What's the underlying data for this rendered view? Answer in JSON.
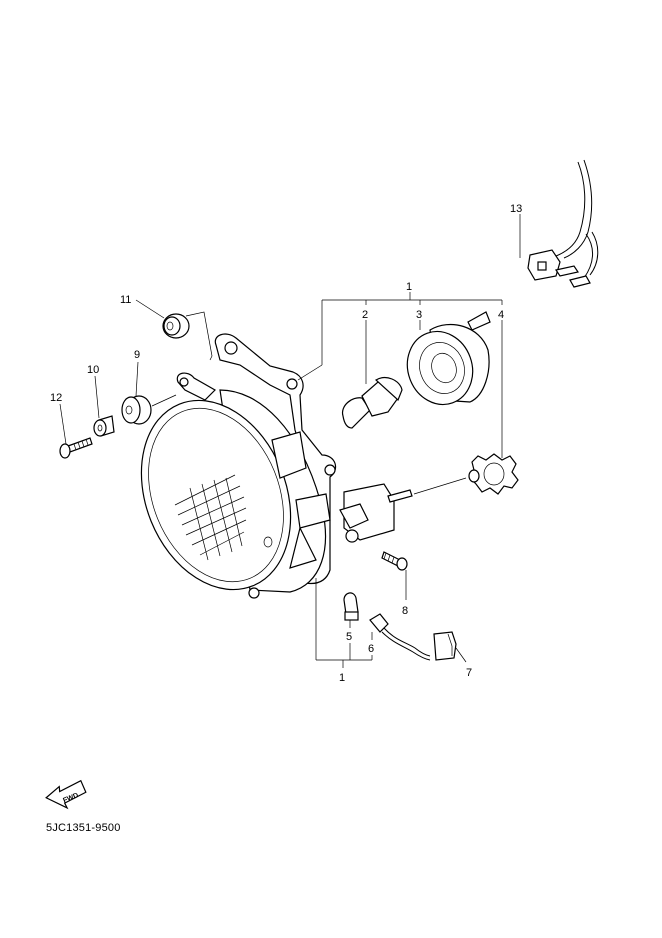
{
  "diagram": {
    "code": "5JC1351-9500",
    "fwd_label": "FWD",
    "callouts": {
      "c1_top": "1",
      "c1_bottom": "1",
      "c2": "2",
      "c3": "3",
      "c4": "4",
      "c5": "5",
      "c6": "6",
      "c7": "7",
      "c8": "8",
      "c9": "9",
      "c10": "10",
      "c11": "11",
      "c12": "12",
      "c13": "13"
    }
  }
}
